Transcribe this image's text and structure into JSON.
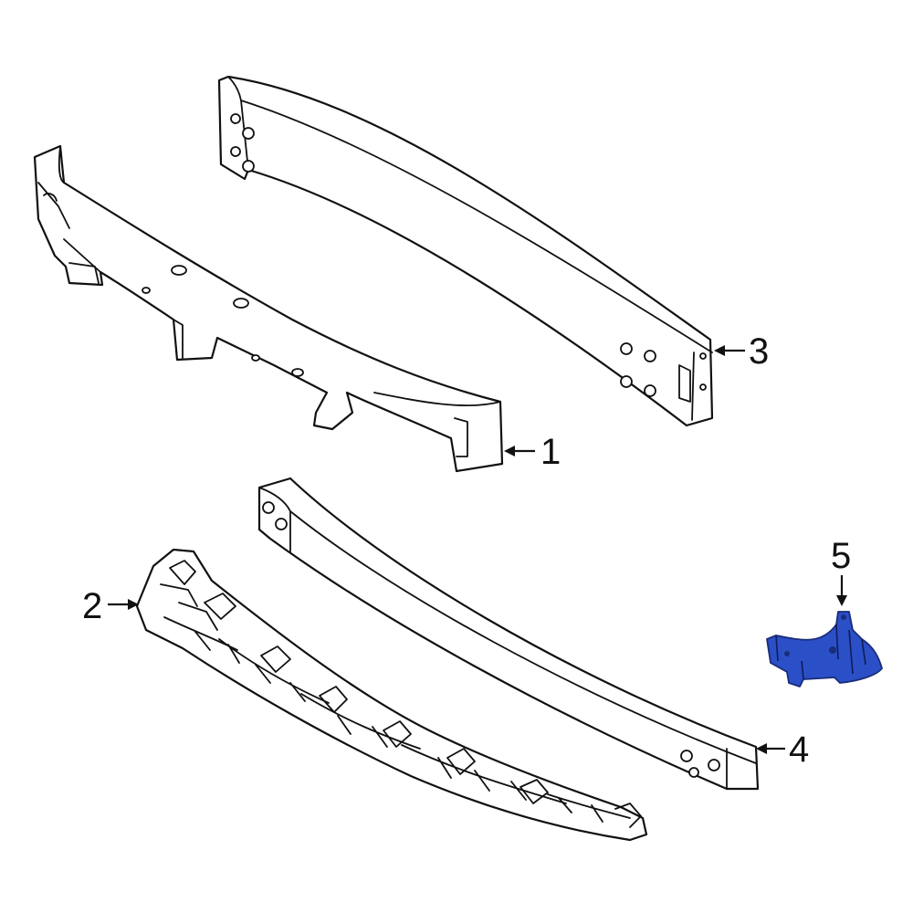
{
  "diagram": {
    "colors": {
      "line": "#111111",
      "background": "#ffffff",
      "highlight": "#2b4fc6"
    },
    "callouts": [
      {
        "id": "1",
        "label": "1"
      },
      {
        "id": "2",
        "label": "2"
      },
      {
        "id": "3",
        "label": "3"
      },
      {
        "id": "4",
        "label": "4"
      },
      {
        "id": "5",
        "label": "5"
      }
    ],
    "highlighted_part": "5"
  }
}
